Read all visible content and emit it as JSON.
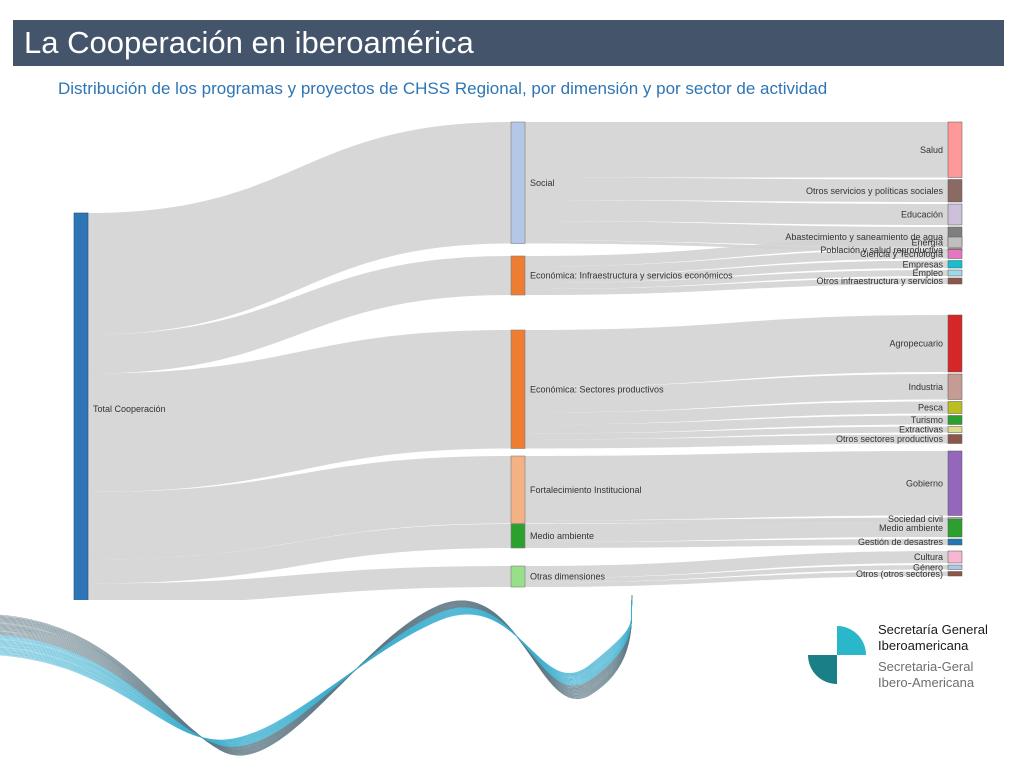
{
  "header": {
    "title": "La Cooperación en iberoamérica",
    "subtitle": "Distribución de los programas y proyectos de CHSS Regional, por dimensión y por sector de actividad"
  },
  "diagram": {
    "type": "sankey",
    "source": {
      "label": "Total Cooperación",
      "color": "#2e75b6"
    },
    "dimensions": [
      {
        "id": "social",
        "label": "Social",
        "color": "#b4c7e7",
        "sectors": [
          {
            "label": "Salud",
            "color": "#ff9999",
            "value": 37
          },
          {
            "label": "Otros servicios y políticas sociales",
            "color": "#8c6a64",
            "value": 15
          },
          {
            "label": "Educación",
            "color": "#ccc0da",
            "value": 14
          },
          {
            "label": "Abastecimiento y saneamiento de agua",
            "color": "#7f7f7f",
            "value": 13
          },
          {
            "label": "Población y salud reproductiva",
            "color": "#a08c3c",
            "value": 2
          }
        ]
      },
      {
        "id": "econ-infra",
        "label": "Económica: Infraestructura y servicios económicos",
        "color": "#ed7d31",
        "sectors": [
          {
            "label": "Energía",
            "color": "#bfbfbf",
            "value": 7
          },
          {
            "label": "Ciencia y Tecnología",
            "color": "#e377c2",
            "value": 6
          },
          {
            "label": "Empresas",
            "color": "#17becf",
            "value": 5
          },
          {
            "label": "Empleo",
            "color": "#9edae5",
            "value": 4
          },
          {
            "label": "Otros infraestructura y servicios",
            "color": "#8c564b",
            "value": 4
          }
        ]
      },
      {
        "id": "econ-prod",
        "label": "Económica: Sectores productivos",
        "color": "#ed7d31",
        "sectors": [
          {
            "label": "Agropecuario",
            "color": "#d62728",
            "value": 38
          },
          {
            "label": "Industria",
            "color": "#c49c94",
            "value": 17
          },
          {
            "label": "Pesca",
            "color": "#bcbd22",
            "value": 8
          },
          {
            "label": "Turismo",
            "color": "#2ca02c",
            "value": 6
          },
          {
            "label": "Extractivas",
            "color": "#dbdb8d",
            "value": 4
          },
          {
            "label": "Otros sectores productivos",
            "color": "#8c564b",
            "value": 6
          }
        ]
      },
      {
        "id": "fortalecimiento",
        "label": "Fortalecimiento Institucional",
        "color": "#f4b183",
        "sectors": [
          {
            "label": "Gobierno",
            "color": "#9467bd",
            "value": 43
          },
          {
            "label": "Sociedad civil",
            "color": "#c5b0d5",
            "value": 2
          }
        ]
      },
      {
        "id": "medio-ambiente",
        "label": "Medio ambiente",
        "color": "#2ca02c",
        "sectors": [
          {
            "label": "Medio ambiente",
            "color": "#2ca02c",
            "value": 12
          },
          {
            "label": "Gestión de desastres",
            "color": "#1f77b4",
            "value": 4
          }
        ]
      },
      {
        "id": "otras",
        "label": "Otras dimensiones",
        "color": "#98df8a",
        "sectors": [
          {
            "label": "Cultura",
            "color": "#f7b6d2",
            "value": 8
          },
          {
            "label": "Género",
            "color": "#aec7e8",
            "value": 3
          },
          {
            "label": "Otros (otros sectores)",
            "color": "#8c564b",
            "value": 3
          }
        ]
      }
    ],
    "link_color": "#d3d3d3"
  },
  "logo": {
    "line1": "Secretaría General",
    "line2": "Iberoamericana",
    "line3": "Secretaria-Geral",
    "line4": "Ibero-Americana",
    "colors": {
      "light": "#29b7c9",
      "dark": "#1a7f86"
    }
  }
}
